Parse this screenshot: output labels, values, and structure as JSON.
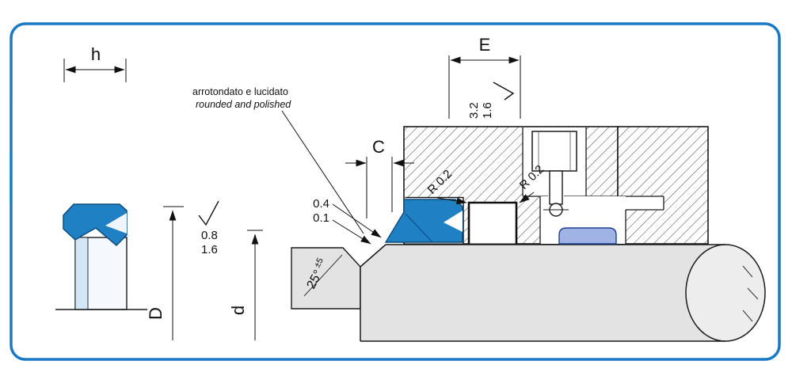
{
  "title": "shaft-wiper-seal-installation-drawing",
  "colors": {
    "frame": "#1b79c4",
    "seal_blue": "#2080c4",
    "seal_outline": "#0a4b7e",
    "seal_light": "#d3e6f5",
    "ring_blue": "#9fb4e4",
    "ring_outline": "#1d3f8e",
    "metal_gray": "#e3e3e3",
    "metal_light": "#ededed"
  },
  "dimensions": {
    "h": "h",
    "D": "D",
    "d": "d",
    "C": "C",
    "E": "E"
  },
  "radii": {
    "left": "R 0.2",
    "right": "R 0.2"
  },
  "angle": {
    "value": "25°",
    "tolerance": "±5"
  },
  "surface_finish": {
    "groove": {
      "line1": "3.2",
      "line2": "1.6"
    },
    "rod": {
      "line1": "0.8",
      "line2": "1.6"
    },
    "edge": {
      "line1": "0.4",
      "line2": "0.1"
    }
  },
  "notes": {
    "italian": "arrotondato e lucidato",
    "english": "rounded and polished"
  }
}
